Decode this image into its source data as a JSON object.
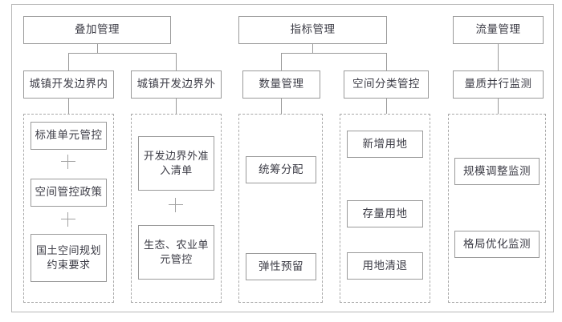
{
  "diagram": {
    "title": "",
    "colors": {
      "node_border": "#9a9a9a",
      "group_border": "#a9a9a9",
      "frame_border": "#b8b8b8",
      "text": "#3c3c46",
      "connector": "#9a9a9a",
      "background": "#ffffff"
    },
    "top_level": [
      {
        "label": "叠加管理"
      },
      {
        "label": "指标管理"
      },
      {
        "label": "流量管理"
      }
    ],
    "second_level": [
      {
        "label": "城镇开发边界内"
      },
      {
        "label": "城镇开发边界外"
      },
      {
        "label": "数量管理"
      },
      {
        "label": "空间分类管控"
      },
      {
        "label": "量质并行监测"
      }
    ],
    "groups": [
      {
        "name": "group-urban-inside",
        "items": [
          {
            "label": "标准单元管控"
          },
          {
            "label": "空间管控政策"
          },
          {
            "label": "国土空间规划约束要求"
          }
        ],
        "separators": [
          "+",
          "+"
        ]
      },
      {
        "name": "group-urban-outside",
        "items": [
          {
            "label": "开发边界外准入清单"
          },
          {
            "label": "生态、农业单元管控"
          }
        ],
        "separators": [
          "+"
        ]
      },
      {
        "name": "group-quantity",
        "items": [
          {
            "label": "统筹分配"
          },
          {
            "label": "弹性预留"
          }
        ],
        "separators": []
      },
      {
        "name": "group-spatial-class",
        "items": [
          {
            "label": "新增用地"
          },
          {
            "label": "存量用地"
          },
          {
            "label": "用地清退"
          }
        ],
        "separators": []
      },
      {
        "name": "group-monitoring",
        "items": [
          {
            "label": "规模调整监测"
          },
          {
            "label": "格局优化监测"
          }
        ],
        "separators": []
      }
    ]
  }
}
